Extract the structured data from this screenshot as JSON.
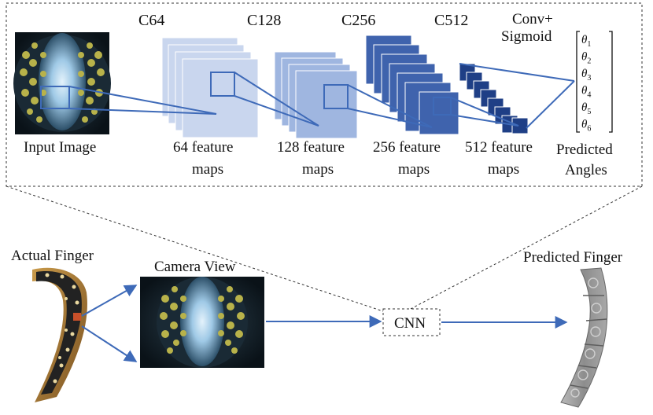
{
  "layers": {
    "c64": "C64",
    "c128": "C128",
    "c256": "C256",
    "c512": "C512",
    "conv_line1": "Conv+",
    "conv_line2": "Sigmoid"
  },
  "captions": {
    "input_image": "Input Image",
    "fm64_line1": "64 feature",
    "fm64_line2": "maps",
    "fm128_line1": "128 feature",
    "fm128_line2": "maps",
    "fm256_line1": "256 feature",
    "fm256_line2": "maps",
    "fm512_line1": "512 feature",
    "fm512_line2": "maps",
    "pred_line1": "Predicted",
    "pred_line2": "Angles"
  },
  "angles": {
    "symbol": "θ",
    "subscripts": [
      "1",
      "2",
      "3",
      "4",
      "5",
      "6"
    ]
  },
  "pipeline": {
    "actual_finger": "Actual Finger",
    "camera_view": "Camera View",
    "cnn": "CNN",
    "predicted_finger": "Predicted Finger"
  },
  "colors": {
    "c64_fill": "#c9d6ee",
    "c128_fill": "#9fb6e0",
    "c256_fill": "#3f63ad",
    "c512_fill": "#1f3f86",
    "arrow": "#3e6ab8",
    "dashed_border": "#333333"
  }
}
